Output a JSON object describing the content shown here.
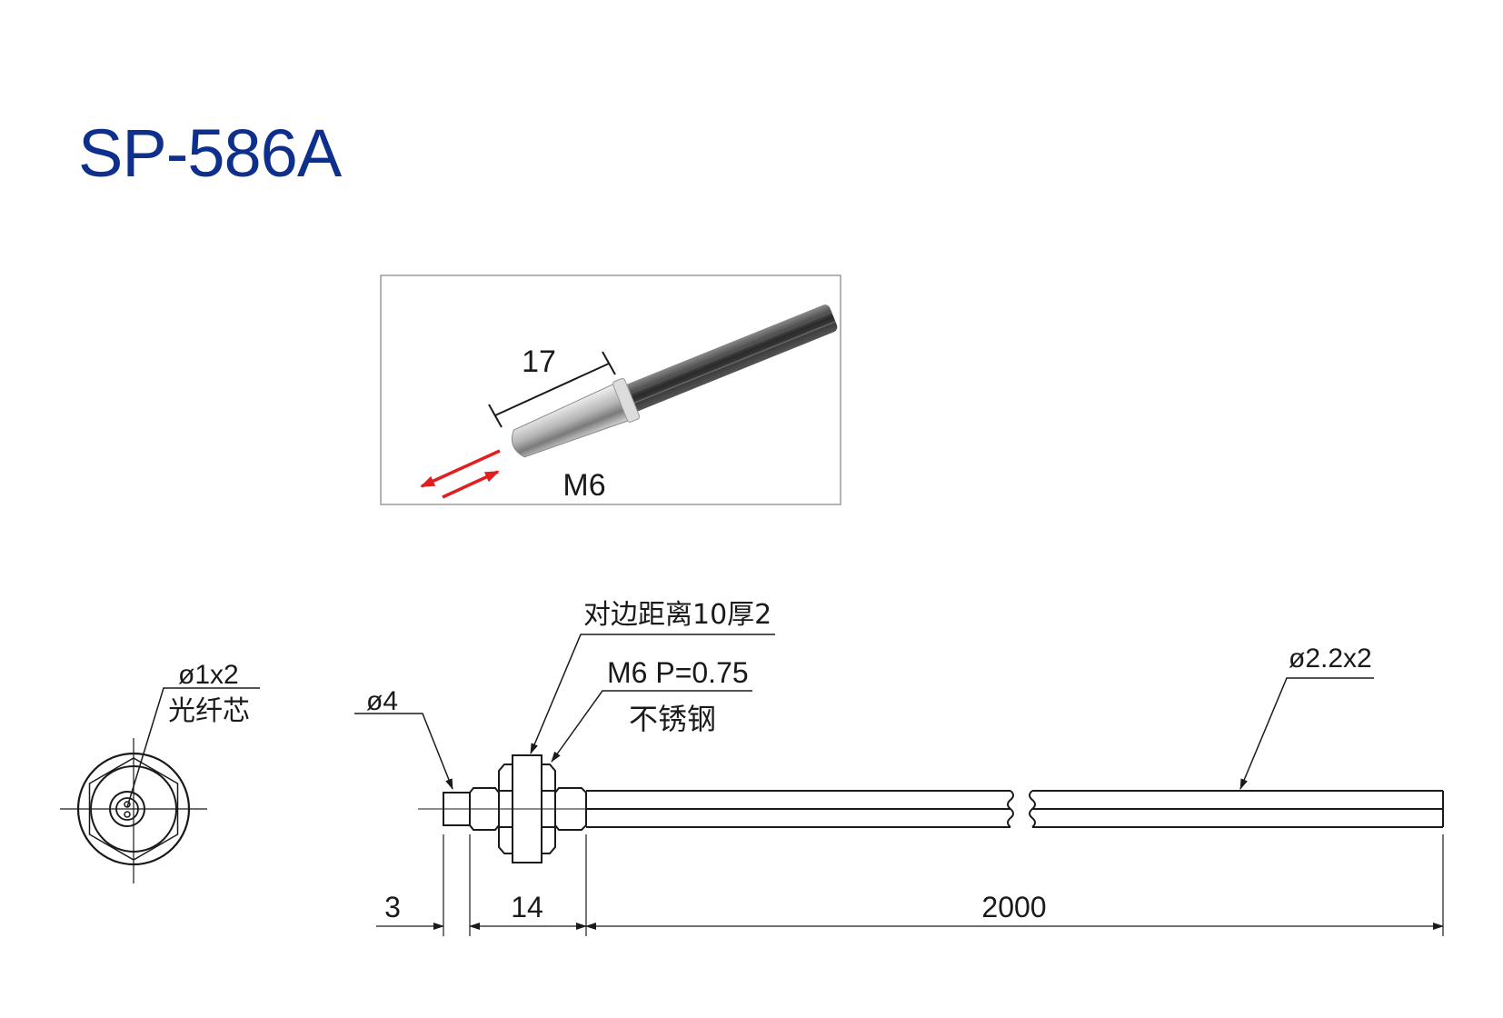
{
  "title": "SP-586A",
  "photo": {
    "length_label": "17",
    "thread_label": "M6",
    "arrow_color": "#e02020"
  },
  "front_view": {
    "core_label": "ø1x2",
    "core_desc": "光纤芯"
  },
  "side_view": {
    "tip_diameter": "ø4",
    "nut_label": "对边距离10厚2",
    "thread_label": "M6 P=0.75",
    "material_label": "不锈钢",
    "cable_label": "ø2.2x2",
    "dim_tip": "3",
    "dim_body": "14",
    "dim_cable": "2000"
  },
  "colors": {
    "title": "#0f2f8c",
    "line": "#1a1a1a"
  }
}
